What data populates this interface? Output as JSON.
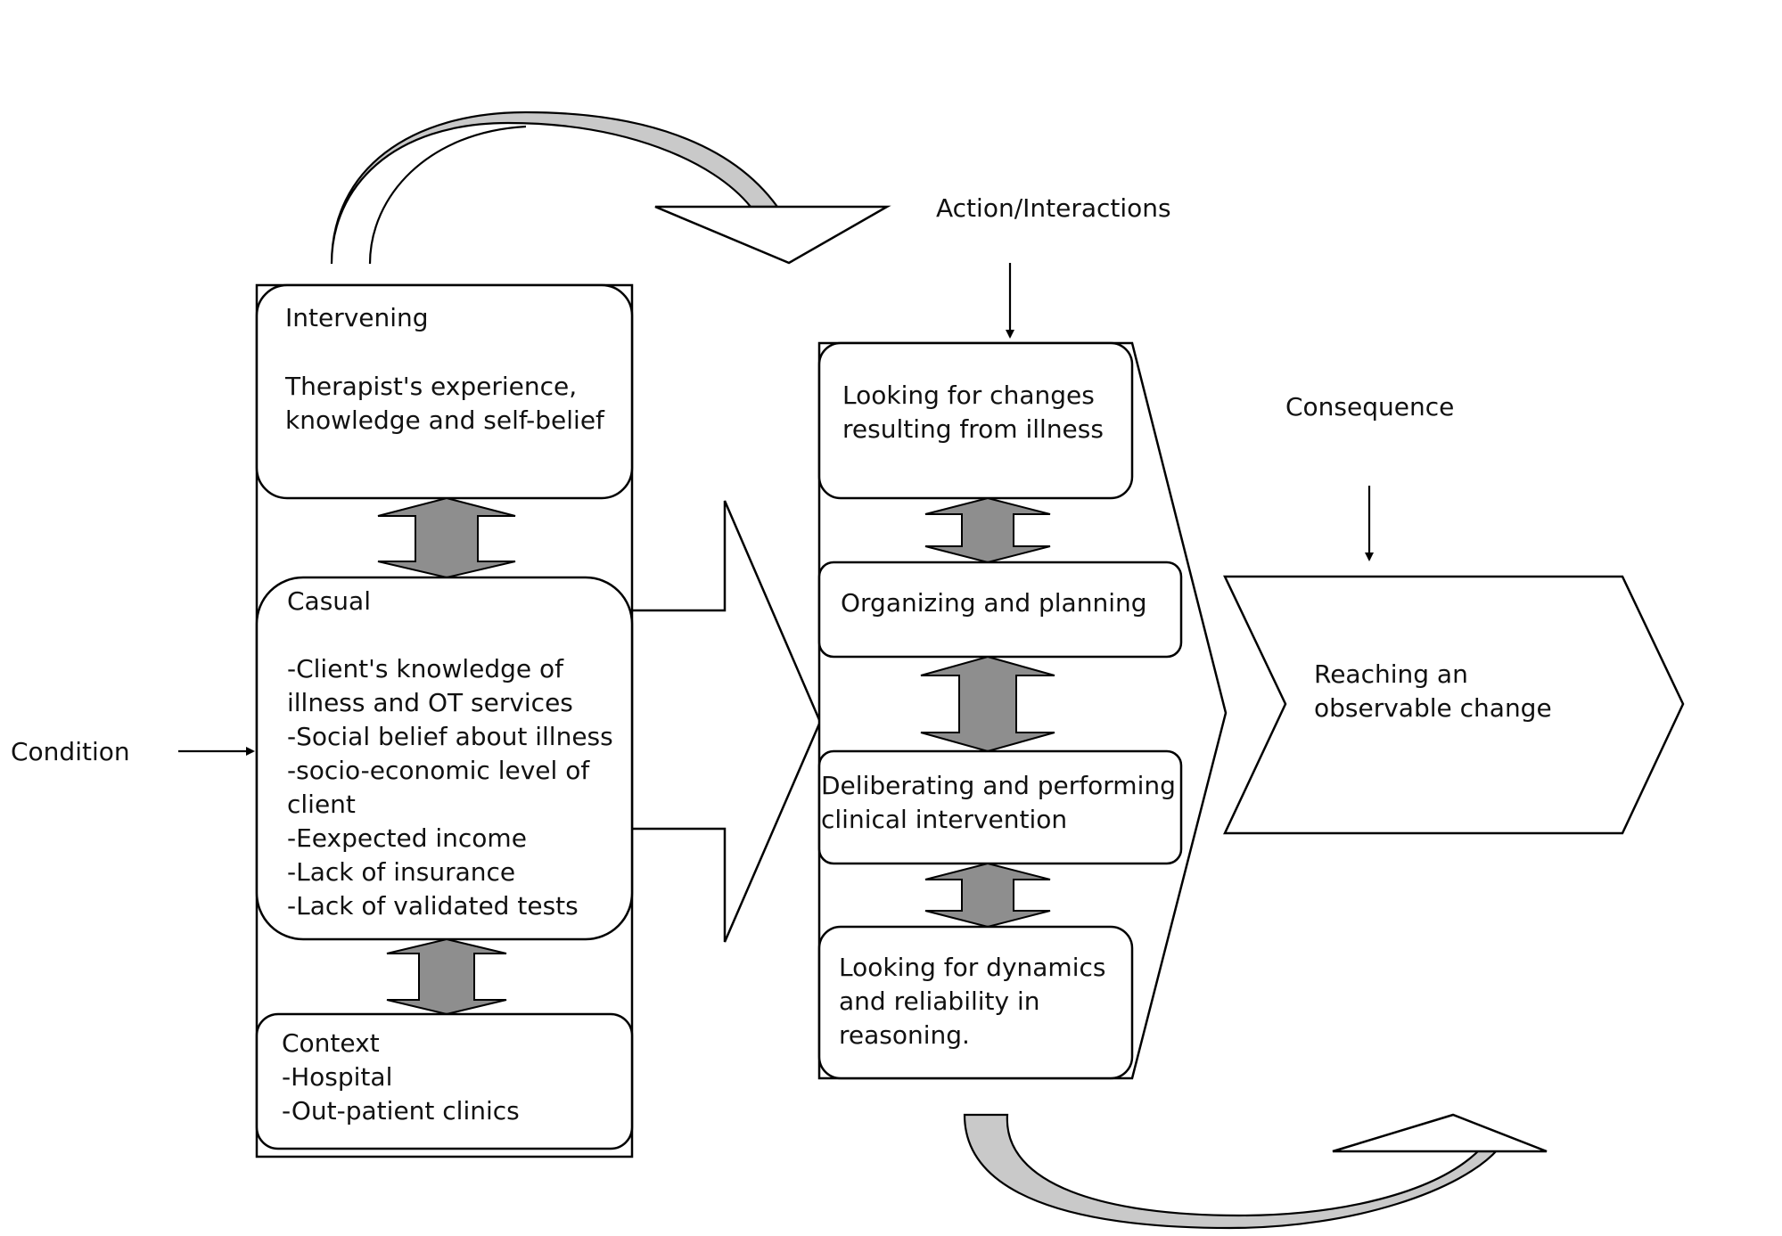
{
  "labels": {
    "condition": "Condition",
    "action": "Action/Interactions",
    "consequence": "Consequence"
  },
  "left_boxes": {
    "intervening": {
      "title": "Intervening",
      "lines": [
        "Therapist's experience,",
        "knowledge and self-belief"
      ]
    },
    "casual": {
      "title": "Casual",
      "lines": [
        "-Client's knowledge of",
        "illness and OT services",
        "-Social belief about illness",
        "-socio-economic level of",
        "client",
        "-Eexpected income",
        "-Lack of insurance",
        "-Lack of validated tests"
      ]
    },
    "context": {
      "title": "Context",
      "lines": [
        "-Hospital",
        "-Out-patient clinics"
      ]
    }
  },
  "action_boxes": [
    {
      "lines": [
        "Looking for changes",
        "resulting from illness"
      ]
    },
    {
      "lines": [
        "Organizing and planning"
      ]
    },
    {
      "lines": [
        "Deliberating and performing",
        "clinical intervention"
      ]
    },
    {
      "lines": [
        "Looking for dynamics",
        "and reliability in",
        "reasoning."
      ]
    }
  ],
  "consequence_box": {
    "lines": [
      "Reaching an",
      "observable change"
    ]
  },
  "colors": {
    "double_arrow": "#8e8e8e",
    "curved_arrow": "#c9c9c9",
    "stroke": "#000000"
  }
}
